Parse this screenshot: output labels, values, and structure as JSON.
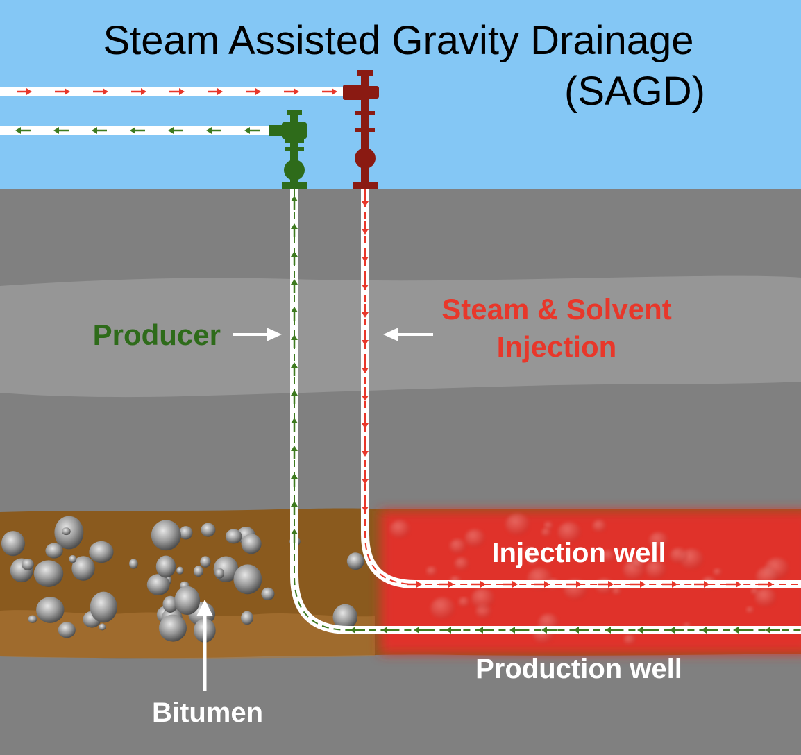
{
  "title": {
    "line1": "Steam Assisted Gravity Drainage",
    "line2": "(SAGD)"
  },
  "labels": {
    "producer": "Producer",
    "injection_line1": "Steam & Solvent",
    "injection_line2": "Injection",
    "injection_well": "Injection well",
    "production_well": "Production well",
    "bitumen": "Bitumen"
  },
  "colors": {
    "sky": "#84c7f5",
    "ground": "#808080",
    "light_layer": "#969696",
    "bitumen": "#8a5a1e",
    "steam_chamber": "#e0302a",
    "producer": "#2e6b1a",
    "injector": "#8a1a12",
    "steam_arrow": "#e8372a",
    "production_arrow": "#3e7a1f",
    "label_green": "#2e6b1a",
    "label_red": "#e8372a",
    "label_white": "#ffffff",
    "title_text": "#000000"
  },
  "icons": {
    "wellhead_producer": "wellhead-icon",
    "wellhead_injector": "wellhead-icon",
    "pointer": "arrow-icon"
  }
}
